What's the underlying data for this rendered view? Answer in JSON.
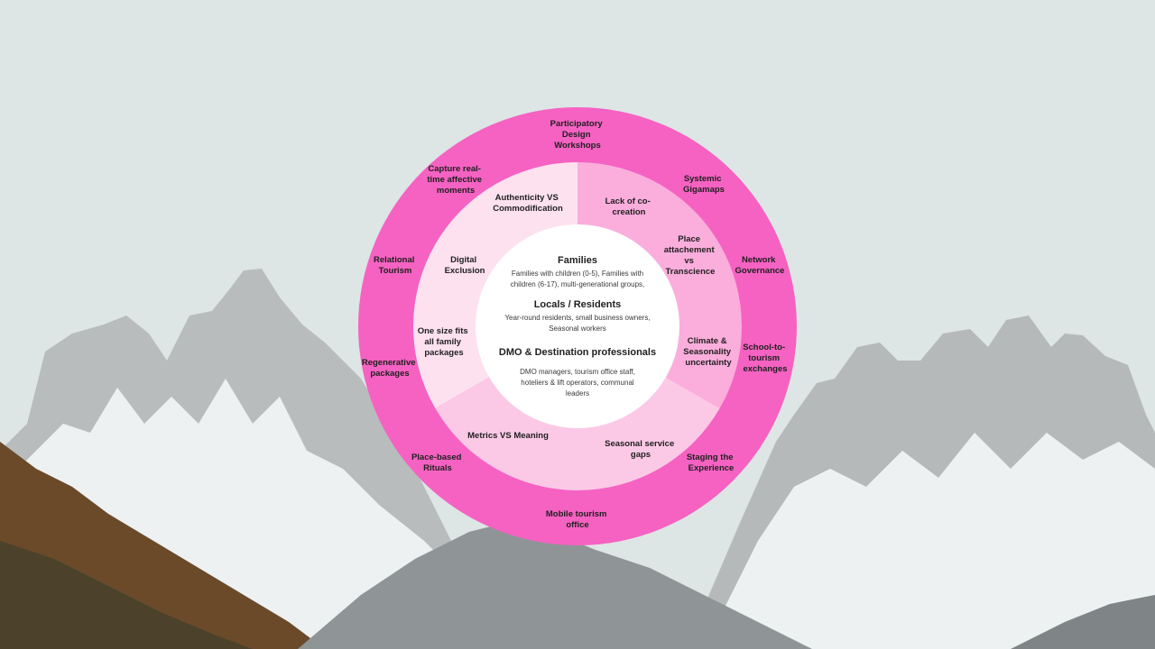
{
  "center": {
    "groups": [
      {
        "title": "Families",
        "lines": [
          "Families with children (0-5), Families with",
          "children (6-17), multi-generational groups,"
        ]
      },
      {
        "title": "Locals / Residents",
        "lines": [
          "Year-round residents, small business owners,",
          "Seasonal workers"
        ]
      },
      {
        "title": "DMO & Destination professionals",
        "lines": [
          "DMO managers, tourism office staff,",
          "hoteliers & lift operators, communal",
          "leaders"
        ]
      }
    ]
  },
  "middle_ring": {
    "labels": [
      {
        "lines": [
          "Authenticity VS",
          "Commodification"
        ]
      },
      {
        "lines": [
          "Lack of co-",
          "creation"
        ]
      },
      {
        "lines": [
          "Digital",
          "Exclusion"
        ]
      },
      {
        "lines": [
          "Place",
          "attachement",
          "vs",
          "Transcience"
        ]
      },
      {
        "lines": [
          "One size fits",
          "all family",
          "packages"
        ]
      },
      {
        "lines": [
          "Climate &",
          "Seasonality",
          "uncertainty"
        ]
      },
      {
        "lines": [
          "Metrics VS Meaning"
        ]
      },
      {
        "lines": [
          "Seasonal service",
          "gaps"
        ]
      }
    ]
  },
  "outer_ring": {
    "labels": [
      {
        "lines": [
          "Participatory",
          "Design",
          "Workshops"
        ]
      },
      {
        "lines": [
          "Capture real-",
          "time affective",
          "moments"
        ]
      },
      {
        "lines": [
          "Systemic",
          "Gigamaps"
        ]
      },
      {
        "lines": [
          "Relational",
          "Tourism"
        ]
      },
      {
        "lines": [
          "Network",
          "Governance"
        ]
      },
      {
        "lines": [
          "Regenerative",
          "packages"
        ]
      },
      {
        "lines": [
          "School-to-",
          "tourism",
          "exchanges"
        ]
      },
      {
        "lines": [
          "Place-based",
          "Rituals"
        ]
      },
      {
        "lines": [
          "Staging the",
          "Experience"
        ]
      },
      {
        "lines": [
          "Mobile tourism",
          "office"
        ]
      }
    ]
  },
  "colors": {
    "outer_ring": "#f562c2",
    "segment_top_left": "#fde1ef",
    "segment_right": "#fbaedc",
    "segment_bottom": "#fbc9e6",
    "center": "#ffffff",
    "sky": "#dde5e5"
  }
}
